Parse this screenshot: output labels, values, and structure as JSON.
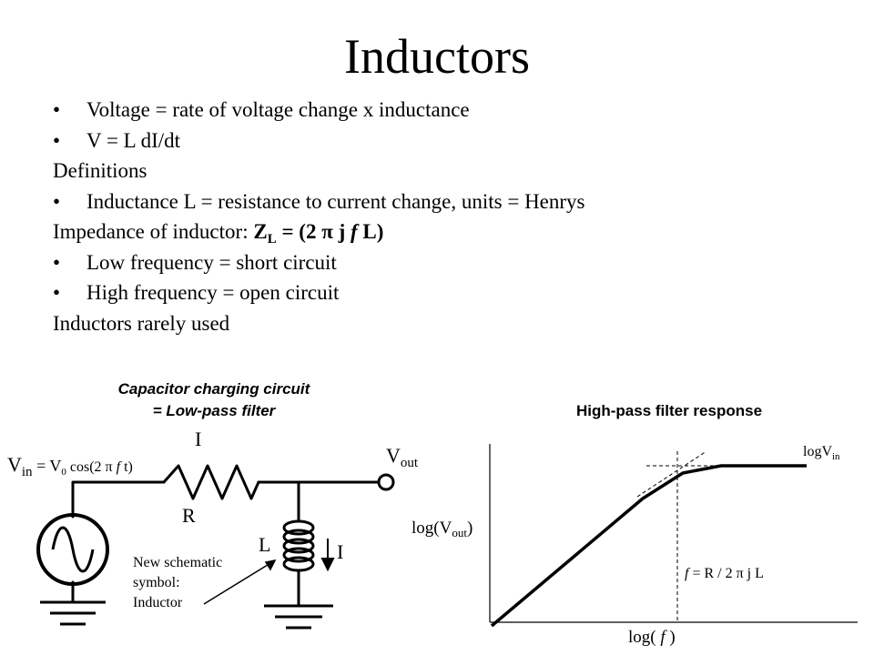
{
  "slide": {
    "title": "Inductors",
    "bullets": [
      {
        "bullet": true,
        "text": "Voltage = rate of voltage change x inductance"
      },
      {
        "bullet": true,
        "text": "V = L dI/dt"
      },
      {
        "bullet": false,
        "text": "Definitions"
      },
      {
        "bullet": true,
        "text": "Inductance L = resistance to current change,  units = Henrys"
      },
      {
        "bullet": false,
        "text": "Impedance of inductor:  ",
        "math": "Z",
        "math_sub": "L",
        "math_rest": " = (2 π j ",
        "math_f": "f",
        "math_end": "  L)"
      },
      {
        "bullet": true,
        "text": "Low frequency = short circuit"
      },
      {
        "bullet": true,
        "text": "High frequency = open circuit"
      },
      {
        "bullet": false,
        "text": "Inductors rarely used"
      }
    ]
  },
  "circuit": {
    "caption_line1": "Capacitor charging circuit",
    "caption_line2": "= Low-pass filter",
    "vin_main": "V",
    "vin_sub": "in",
    "vin_eq": " = V",
    "vin_zero": "0",
    "vin_cos": " cos(2 π ",
    "vin_f": "f",
    "vin_t": " t)",
    "current_top": "I",
    "resistor_label": "R",
    "inductor_label": "L",
    "current_side": "I",
    "vout_main": "V",
    "vout_sub": "out",
    "note_line1": "New schematic",
    "note_line2": "symbol:",
    "note_line3": "Inductor"
  },
  "graph": {
    "title": "High-pass filter response",
    "ylabel_main": "log(V",
    "ylabel_sub": "out",
    "ylabel_end": ")",
    "xlabel_start": "log( ",
    "xlabel_f": "f",
    "xlabel_end": " )",
    "logvin_main": "logV",
    "logvin_sub": "in",
    "cutoff_f": "f",
    "cutoff_rest": " = R / 2 π j L"
  },
  "colors": {
    "ink": "#000000",
    "background": "#ffffff"
  }
}
